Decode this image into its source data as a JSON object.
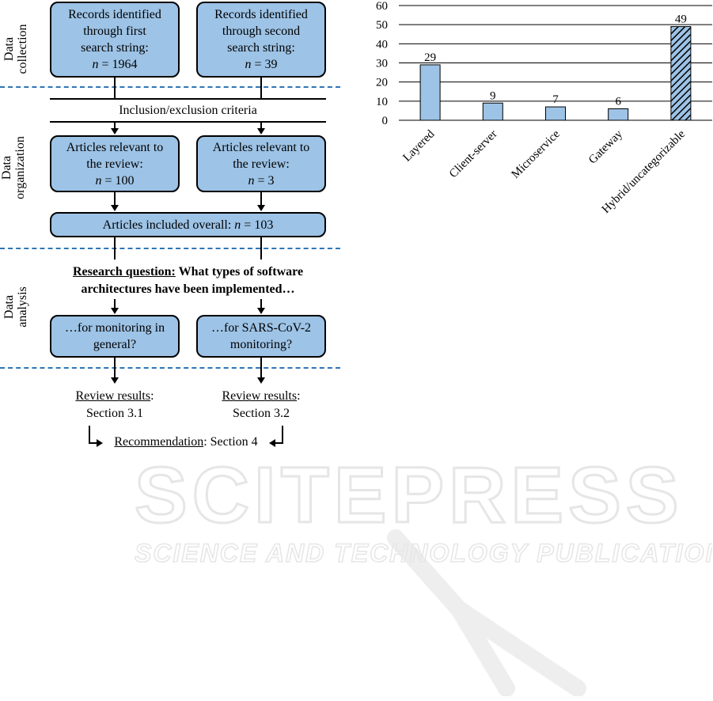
{
  "flowchart": {
    "stages": [
      "Data\ncollection",
      "Data\norganization",
      "Data\nanalysis"
    ],
    "records_first": {
      "line1": "Records identified\nthrough first\nsearch string:",
      "n": "1964"
    },
    "records_second": {
      "line1": "Records identified\nthrough second\nsearch string:",
      "n": "39"
    },
    "criteria": "Inclusion/exclusion criteria",
    "relevant_first": {
      "line1": "Articles relevant to\nthe review:",
      "n": "100"
    },
    "relevant_second": {
      "line1": "Articles relevant to\nthe review:",
      "n": "3"
    },
    "included": {
      "label": "Articles included overall: ",
      "n": "103"
    },
    "research_question": {
      "label": "Research question:",
      "text1": " What types of software",
      "text2": "architectures have been implemented…"
    },
    "monitor_general": "…for monitoring in\ngeneral?",
    "monitor_sars": "…for SARS-CoV-2\nmonitoring?",
    "results_label": "Review results",
    "results_first": "Section 3.1",
    "results_second": "Section 3.2",
    "recommendation_label": "Recommendation",
    "recommendation_value": ": Section 4",
    "n_symbol": "n"
  },
  "chart_data": {
    "type": "bar",
    "categories": [
      "Layered",
      "Client-server",
      "Microservice",
      "Gateway",
      "Hybrid/uncategorizable"
    ],
    "values": [
      29,
      9,
      7,
      6,
      49
    ],
    "ylim": [
      0,
      60
    ],
    "yticks": [
      0,
      10,
      20,
      30,
      40,
      50,
      60
    ],
    "grid": true,
    "bar_color": "#9dc3e6",
    "hatched_category": "Hybrid/uncategorizable"
  },
  "watermark": {
    "line1": "SCITEPRESS",
    "line2": "SCIENCE AND TECHNOLOGY PUBLICATIONS"
  }
}
